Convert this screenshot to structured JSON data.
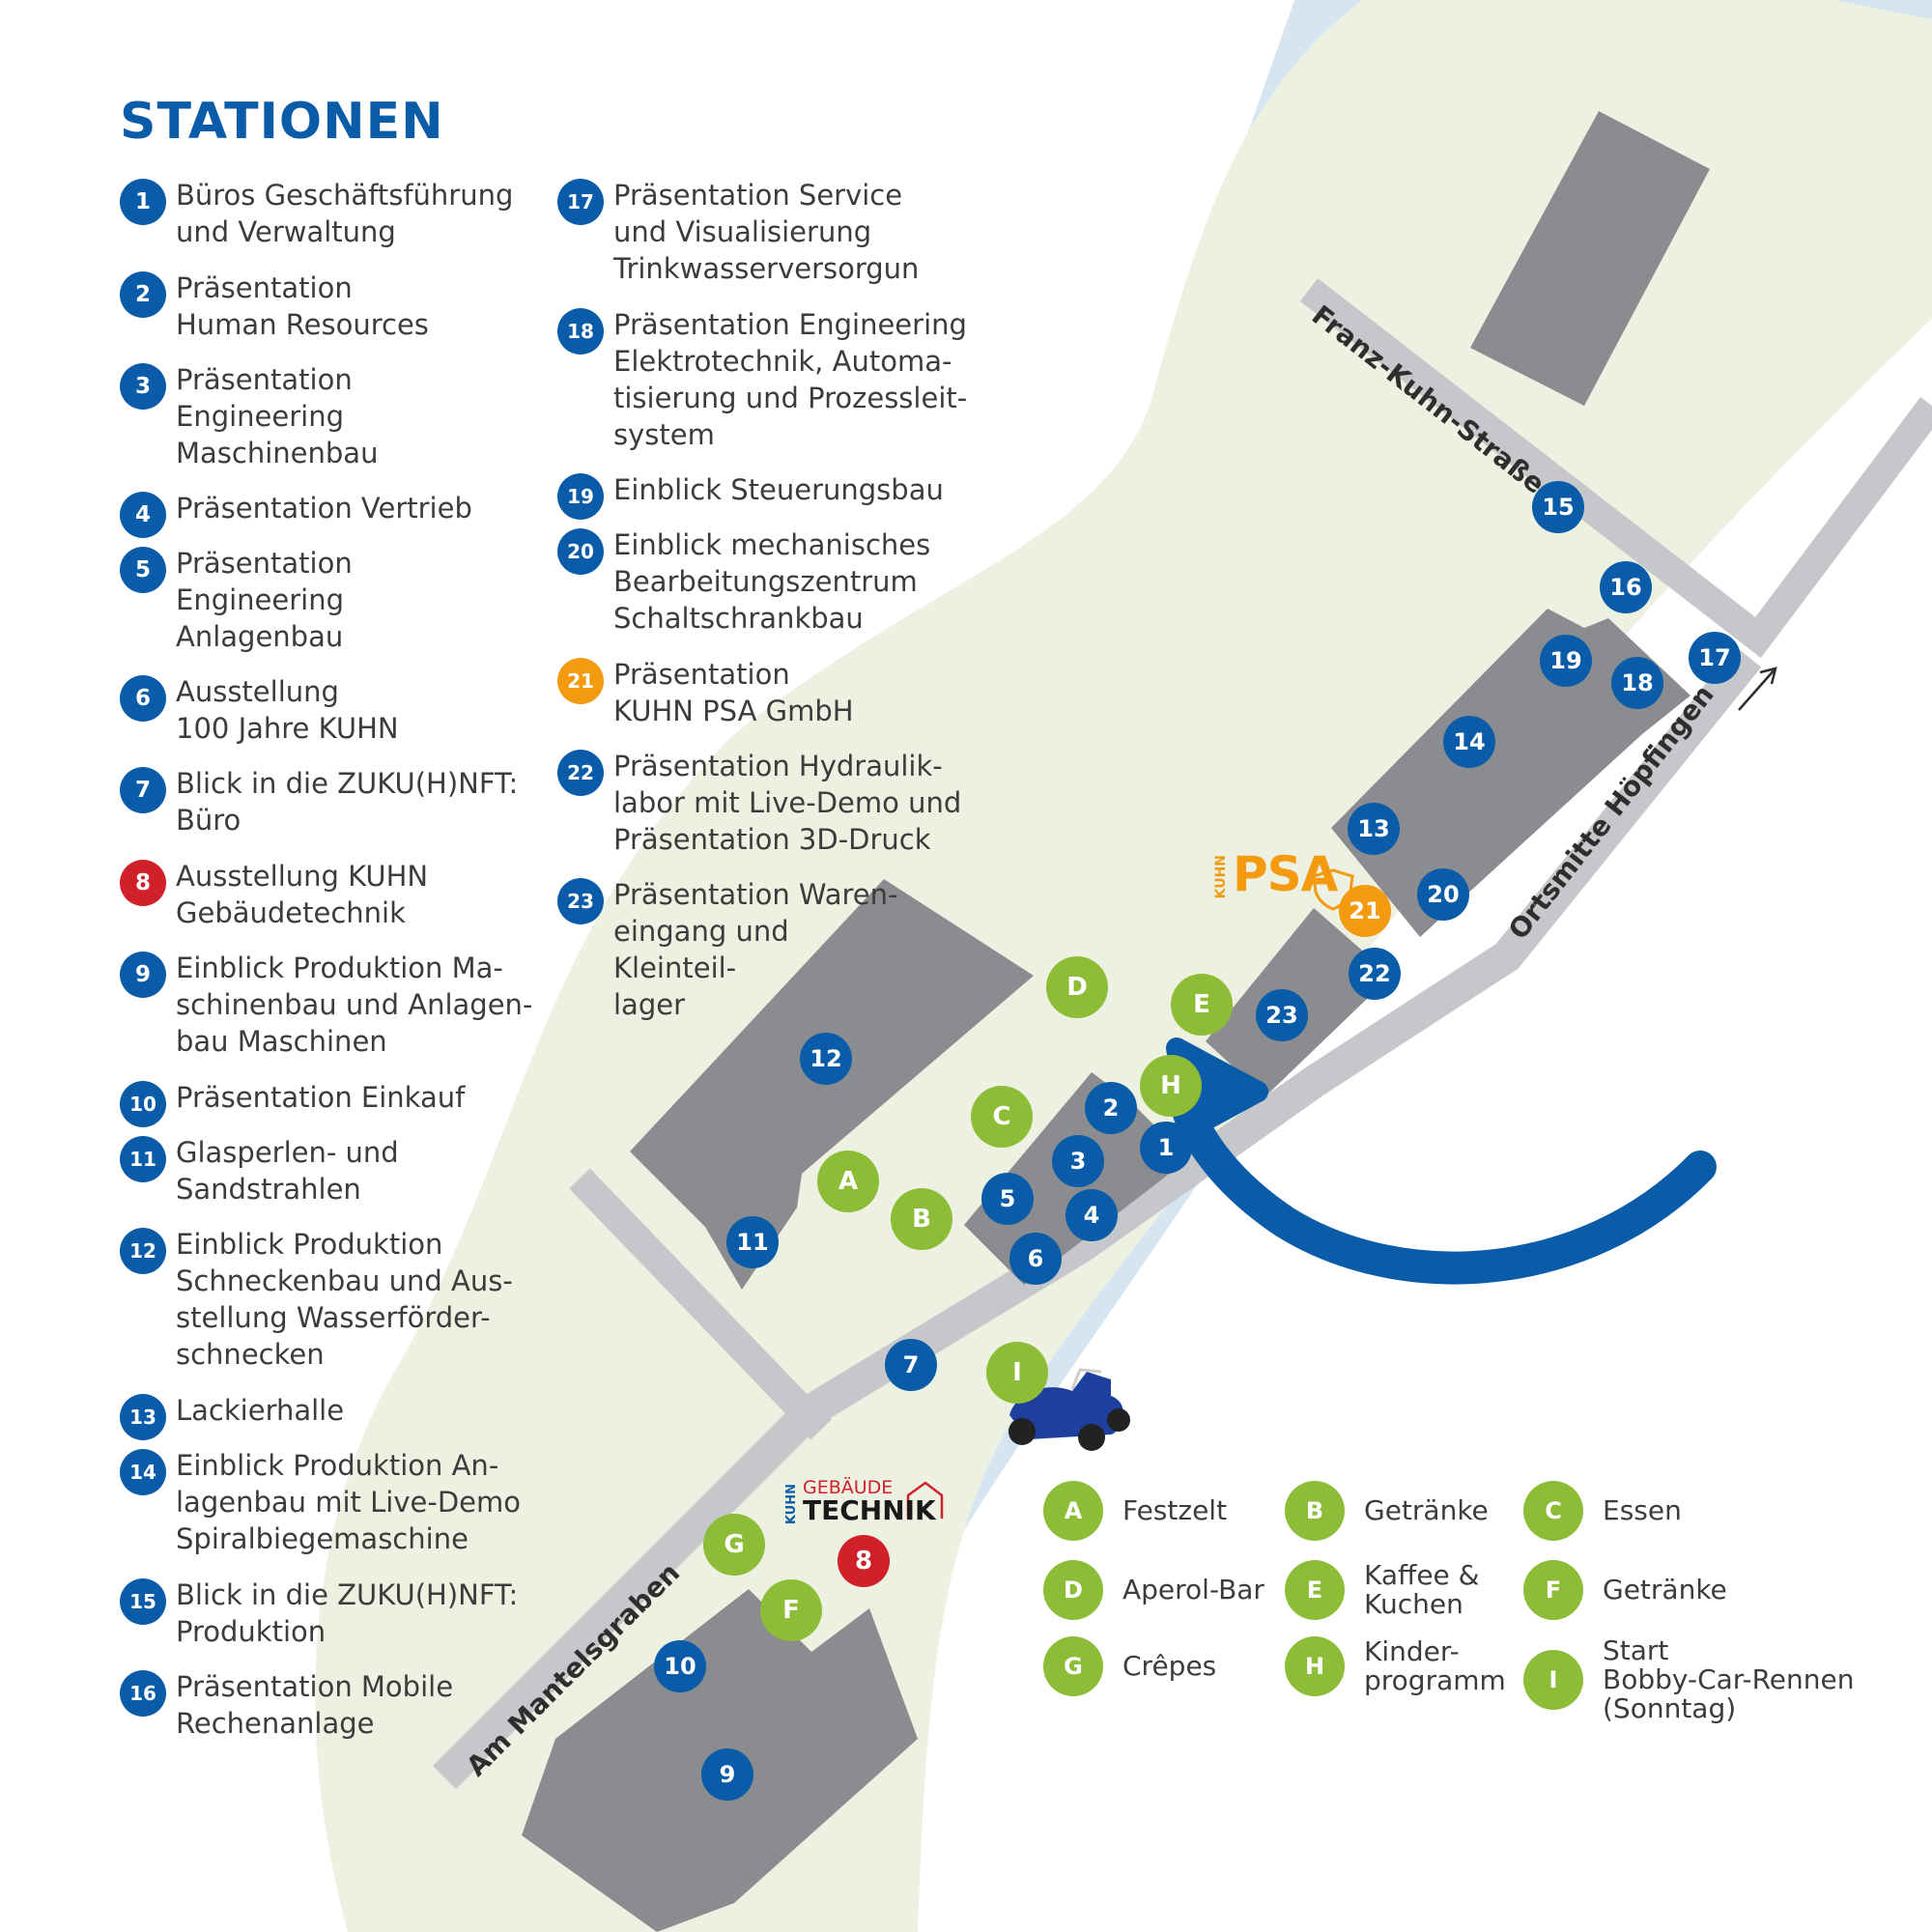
{
  "title": "STATIONEN",
  "colors": {
    "blue": "#0a5ca8",
    "orange": "#f39a11",
    "red": "#d0202a",
    "green": "#8dbd36",
    "building": "#8a8c8f",
    "road": "#c5c7ca",
    "land": "#edf1e1",
    "river": "#d5e5f1"
  },
  "stations": [
    {
      "num": "1",
      "color": "blue",
      "text": "Büros Geschäftsführung\nund Verwaltung"
    },
    {
      "num": "2",
      "color": "blue",
      "text": "Präsentation\nHuman Resources"
    },
    {
      "num": "3",
      "color": "blue",
      "text": "Präsentation\nEngineering\nMaschinenbau"
    },
    {
      "num": "4",
      "color": "blue",
      "text": "Präsentation Vertrieb"
    },
    {
      "num": "5",
      "color": "blue",
      "text": "Präsentation\nEngineering\nAnlagenbau"
    },
    {
      "num": "6",
      "color": "blue",
      "text": "Ausstellung\n100 Jahre KUHN"
    },
    {
      "num": "7",
      "color": "blue",
      "text": "Blick in die ZUKU(H)NFT:\nBüro"
    },
    {
      "num": "8",
      "color": "red",
      "text": "Ausstellung KUHN\nGebäudetechnik"
    },
    {
      "num": "9",
      "color": "blue",
      "text": "Einblick Produktion Ma-\nschinenbau und Anlagen-\nbau Maschinen"
    },
    {
      "num": "10",
      "color": "blue",
      "text": "Präsentation Einkauf"
    },
    {
      "num": "11",
      "color": "blue",
      "text": "Glasperlen- und\nSandstrahlen"
    },
    {
      "num": "12",
      "color": "blue",
      "text": "Einblick Produktion\nSchneckenbau und Aus-\nstellung Wasserförder-\nschnecken"
    },
    {
      "num": "13",
      "color": "blue",
      "text": "Lackierhalle"
    },
    {
      "num": "14",
      "color": "blue",
      "text": "Einblick Produktion An-\nlagenbau mit Live-Demo\nSpiralbiegemaschine"
    },
    {
      "num": "15",
      "color": "blue",
      "text": "Blick in die ZUKU(H)NFT:\nProduktion"
    },
    {
      "num": "16",
      "color": "blue",
      "text": "Präsentation Mobile\nRechenanlage"
    },
    {
      "num": "17",
      "color": "blue",
      "text": "Präsentation Service\nund Visualisierung\nTrinkwasserversorgun"
    },
    {
      "num": "18",
      "color": "blue",
      "text": "Präsentation Engineering\nElektrotechnik, Automa-\ntisierung und Prozessleit-\nsystem"
    },
    {
      "num": "19",
      "color": "blue",
      "text": "Einblick Steuerungsbau"
    },
    {
      "num": "20",
      "color": "blue",
      "text": "Einblick mechanisches\nBearbeitungszentrum\nSchaltschrankbau"
    },
    {
      "num": "21",
      "color": "orange",
      "text": "Präsentation\nKUHN PSA GmbH"
    },
    {
      "num": "22",
      "color": "blue",
      "text": "Präsentation Hydraulik-\nlabor mit Live-Demo und\nPräsentation 3D-Druck"
    },
    {
      "num": "23",
      "color": "blue",
      "text": "Präsentation Waren-\neingang und\nKleinteil-\nlager"
    }
  ],
  "legend": [
    {
      "letter": "A",
      "text": "Festzelt"
    },
    {
      "letter": "B",
      "text": "Getränke"
    },
    {
      "letter": "C",
      "text": "Essen"
    },
    {
      "letter": "D",
      "text": "Aperol-Bar"
    },
    {
      "letter": "E",
      "text": "Kaffee &\nKuchen"
    },
    {
      "letter": "F",
      "text": "Getränke"
    },
    {
      "letter": "G",
      "text": "Crêpes"
    },
    {
      "letter": "H",
      "text": "Kinder-\nprogramm"
    },
    {
      "letter": "I",
      "text": "Start\nBobby-Car-Rennen\n(Sonntag)"
    }
  ],
  "map_pins_blue": [
    "1",
    "2",
    "3",
    "4",
    "5",
    "6",
    "7",
    "9",
    "10",
    "11",
    "12",
    "13",
    "14",
    "15",
    "16",
    "17",
    "18",
    "19",
    "20",
    "22",
    "23"
  ],
  "map_pin_orange": "21",
  "map_pin_red": "8",
  "map_pins_green": [
    "A",
    "B",
    "C",
    "D",
    "E",
    "F",
    "G",
    "H",
    "I"
  ],
  "streets": {
    "franz_kuhn": "Franz-Kuhn-Straße",
    "hoepfingen": "Ortsmitte Höpfingen",
    "mantelsgraben": "Am Mantelsgraben"
  },
  "logos": {
    "psa_kuhn": "KUHN",
    "psa": "PSA",
    "gt_kuhn": "KUHN",
    "gt_top": "GEBÄUDE",
    "gt_bottom": "TECHNIK"
  },
  "icons": [
    "arrow-icon",
    "direction-arrow-icon",
    "bobby-car-icon",
    "house-outline-icon",
    "shield-icon"
  ]
}
